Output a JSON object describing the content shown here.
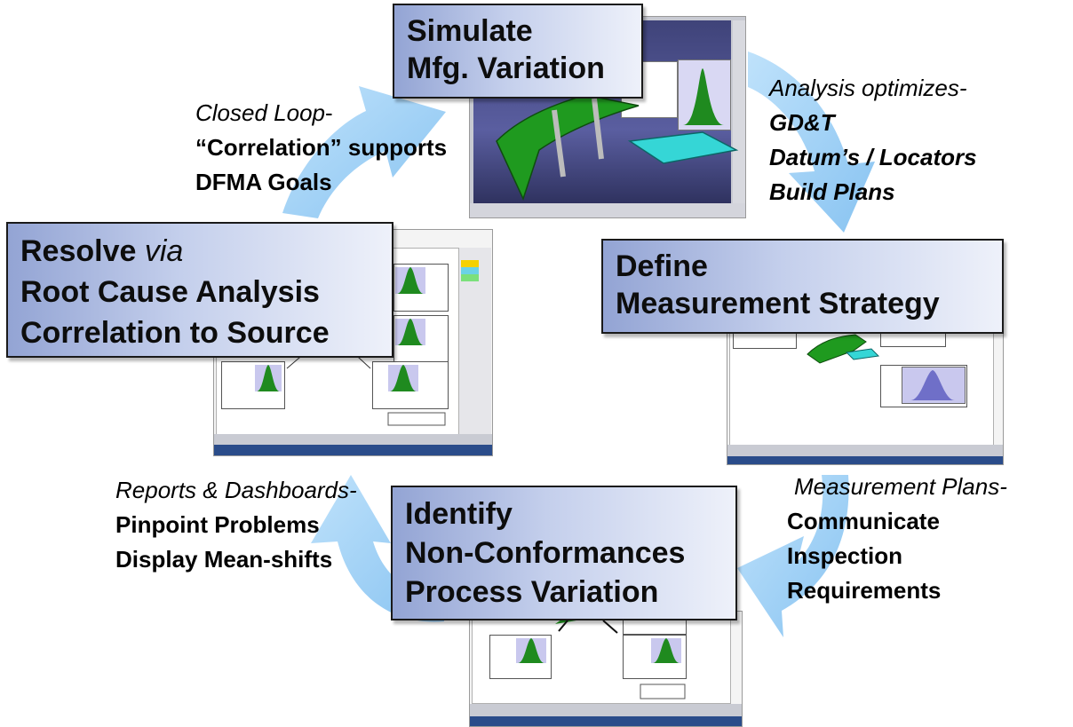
{
  "boxes": {
    "simulate": {
      "line1": "Simulate",
      "line2": "Mfg. Variation"
    },
    "define": {
      "line1": "Define",
      "line2": "Measurement Strategy"
    },
    "identify": {
      "line1": "Identify",
      "line2": "Non-Conformances",
      "line3": "Process Variation"
    },
    "resolve": {
      "word": "Resolve",
      "via": "via",
      "line2": "Root Cause Analysis",
      "line3": "Correlation to Source"
    }
  },
  "captions": {
    "closed_loop": {
      "intro": "Closed Loop",
      "dash": "-",
      "line2": "“Correlation” supports",
      "line3": "DFMA Goals"
    },
    "analysis": {
      "intro": "Analysis optimizes-",
      "items": [
        "GD&T",
        "Datum’s / Locators",
        "Build Plans"
      ]
    },
    "measurement": {
      "intro": "Measurement Plans-",
      "items": [
        "Communicate",
        "Inspection",
        "Requirements"
      ]
    },
    "reports": {
      "intro": "Reports & Dashboards-",
      "items": [
        "Pinpoint Problems",
        "Display Mean-shifts"
      ]
    }
  },
  "colors": {
    "arrow": "#9ccff5",
    "box_gradient_start": "#93a4d4",
    "box_gradient_end": "#eef1fa",
    "cad_background": "#4a4e8a",
    "cad_part_green": "#1f9a1f",
    "cad_part_cyan": "#35d6d6",
    "histogram_fill": "#1f8a1f"
  },
  "icons": [
    "circular-arrow",
    "cad-screenshot",
    "report-screenshot",
    "histogram"
  ]
}
